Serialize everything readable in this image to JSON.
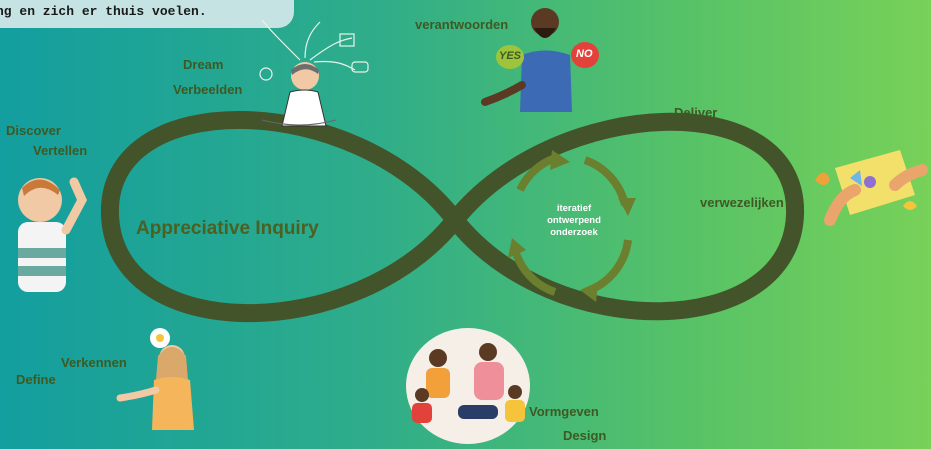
{
  "banner": {
    "text": "ng en zich er thuis voelen."
  },
  "diagram": {
    "title": "Appreciative Inquiry",
    "cycle": {
      "line1": "iteratief",
      "line2": "ontwerpend",
      "line3": "onderzoek"
    }
  },
  "labels": {
    "discover": "Discover",
    "vertellen": "Vertellen",
    "dream": "Dream",
    "verbeelden": "Verbeelden",
    "verantwoorden": "verantwoorden",
    "deliver": "Deliver",
    "verwezelijken": "verwezelijken",
    "verkennen": "Verkennen",
    "define": "Define",
    "vormgeven": "Vormgeven",
    "design": "Design"
  },
  "speech": {
    "yes": "YES",
    "no": "NO"
  },
  "colors": {
    "loop": "#44542a",
    "arrows": "#6b7f2f",
    "label": "#3d5a24",
    "bg_left": "#139e9f",
    "bg_right": "#78d158"
  }
}
